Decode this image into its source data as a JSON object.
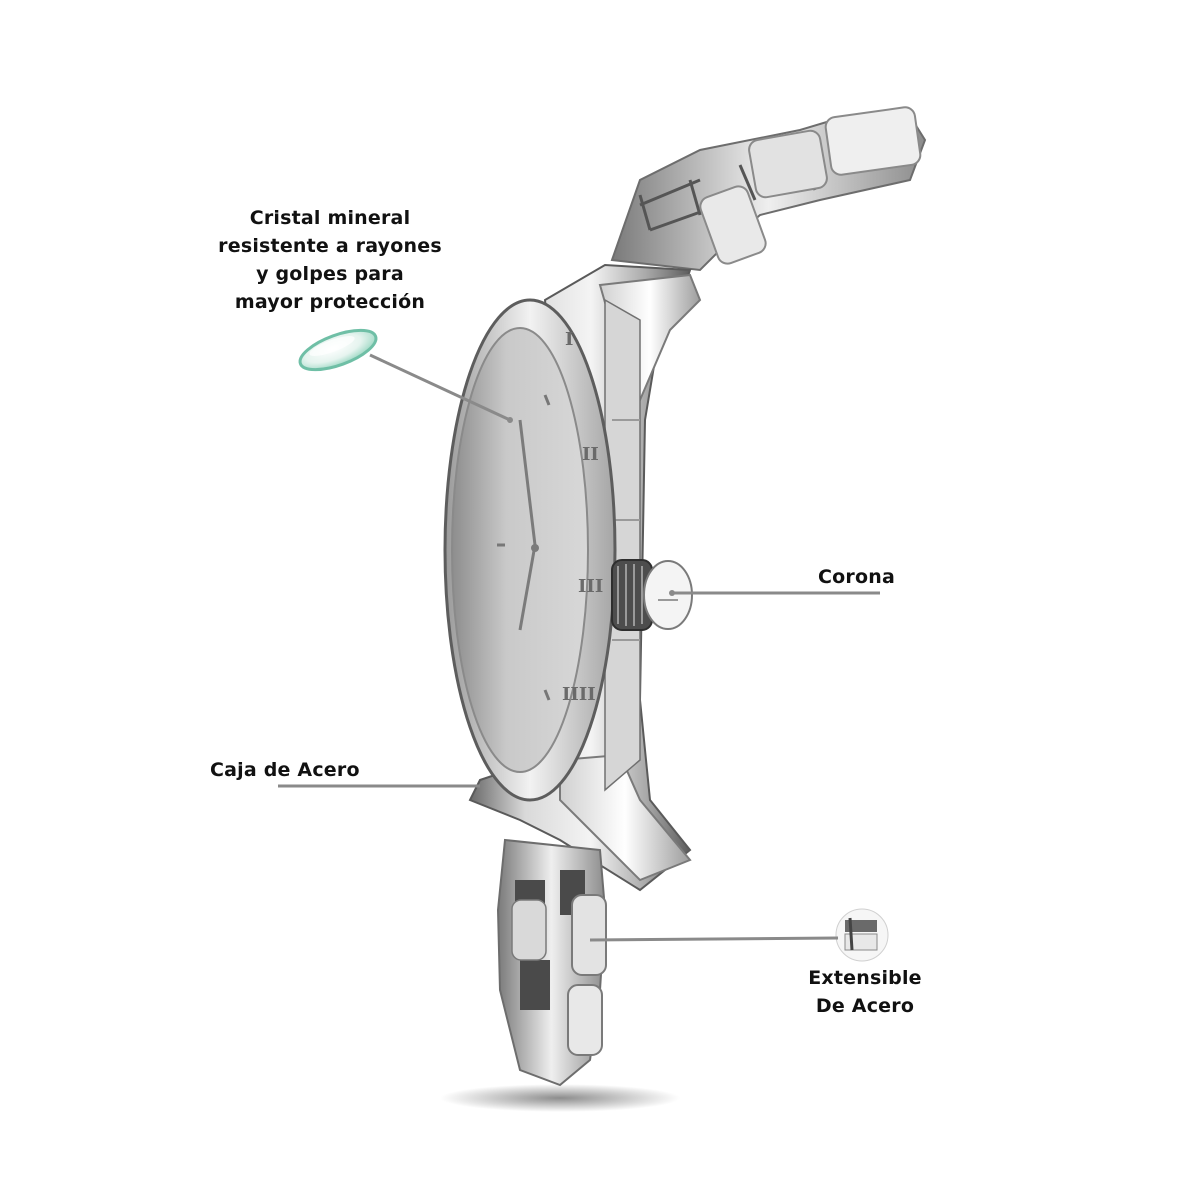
{
  "callouts": {
    "crystal": {
      "lines": [
        "Cristal mineral",
        "resistente a rayones",
        "y golpes para",
        "mayor protección"
      ]
    },
    "crown": {
      "label": "Corona"
    },
    "case": {
      "label": "Caja de Acero"
    },
    "bracelet": {
      "lines": [
        "Extensible",
        "De Acero"
      ]
    }
  },
  "colors": {
    "background": "#ffffff",
    "label_text": "#111111",
    "leader_line": "#8a8a8a",
    "steel_light": "#eeeeee",
    "steel_mid": "#b8b8b8",
    "steel_dark": "#5a5a5a",
    "crystal_tint": "#bfe6d8"
  },
  "icons": {
    "crystal_swatch": "crystal-lens-icon",
    "bracelet_swatch": "bracelet-link-icon"
  }
}
